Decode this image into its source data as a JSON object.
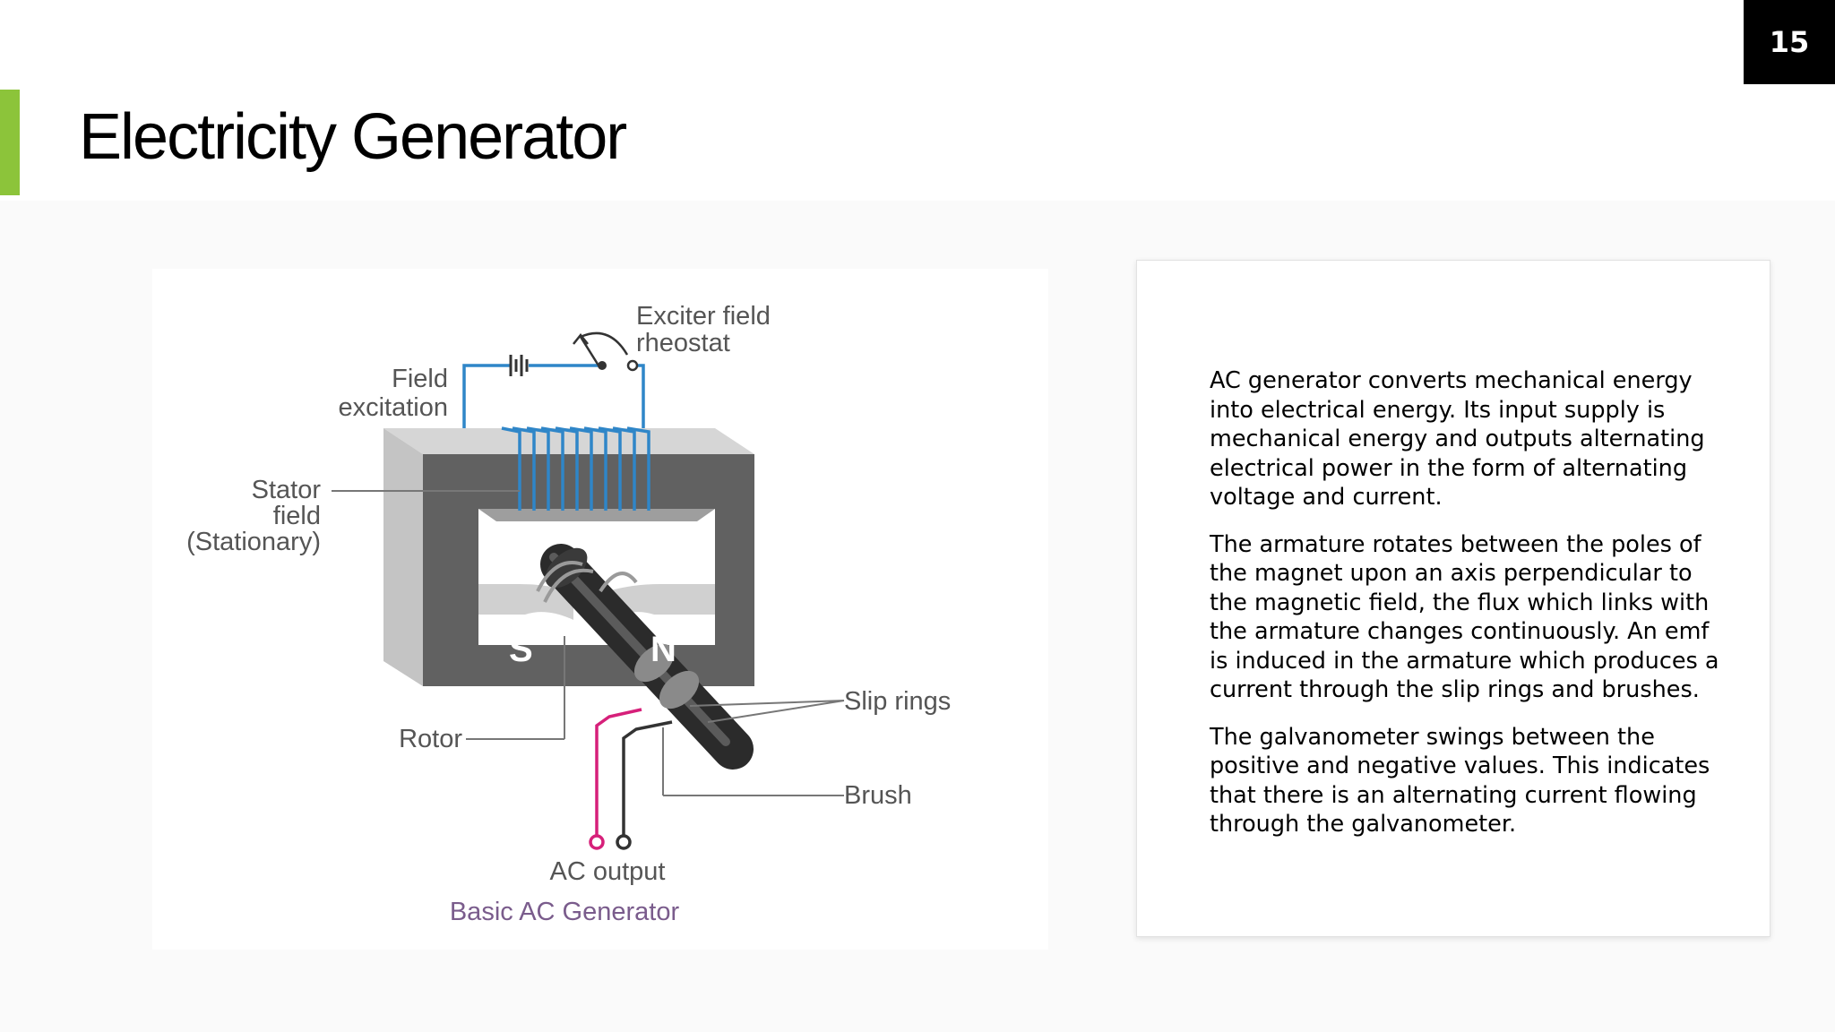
{
  "slide": {
    "title": "Electricity Generator",
    "page_number": "15"
  },
  "diagram": {
    "labels": {
      "exciter_field": "Exciter field",
      "rheostat": "rheostat",
      "field": "Field",
      "excitation": "excitation",
      "stator": "Stator",
      "stator_field": "field",
      "stationary": "(Stationary)",
      "south_pole": "S",
      "north_pole": "N",
      "slip_rings": "Slip rings",
      "rotor": "Rotor",
      "brush": "Brush",
      "ac_output": "AC output",
      "caption": "Basic AC Generator"
    },
    "colors": {
      "frame_front": "#616161",
      "frame_side": "#c4c4c4",
      "frame_top": "#d6d6d6",
      "coil": "#2f86c8",
      "wire_pink": "#d6207a",
      "label_text": "#555555",
      "caption_text": "#7a5c8c"
    }
  },
  "body_text": {
    "paragraphs": [
      "AC generator converts mechanical energy into electrical energy. Its input supply is mechanical energy and outputs alternating electrical power in the form of alternating voltage and current.",
      "The armature rotates between the poles of the magnet upon an axis perpendicular to the magnetic field, the flux which links with the armature changes continuously. An emf is induced in the armature which produces a current through the slip rings and brushes.",
      "The galvanometer swings between the positive and negative values. This indicates that there is an alternating current flowing through the galvanometer."
    ]
  },
  "colors": {
    "accent": "#8cc43a",
    "page_number_bg": "#000000",
    "page_number_text": "#ffffff"
  }
}
